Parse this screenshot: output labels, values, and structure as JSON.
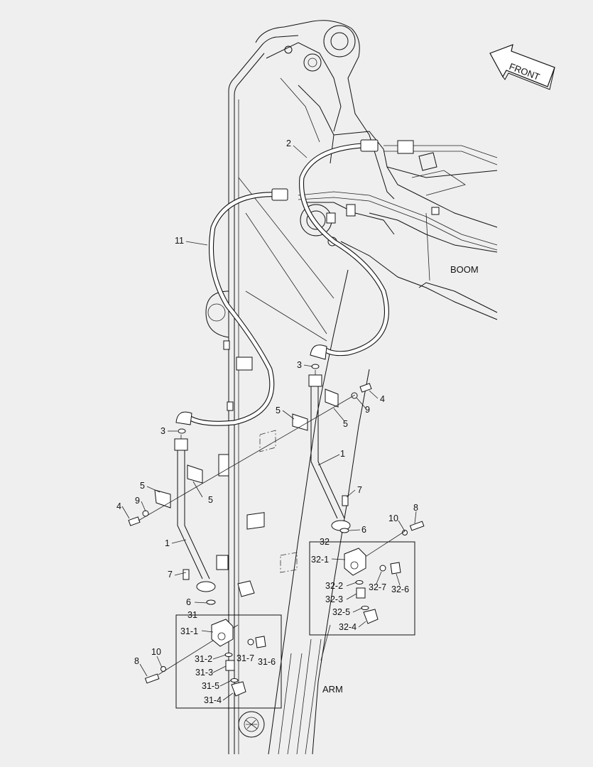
{
  "orientation": {
    "front_label": "FRONT"
  },
  "areas": {
    "boom": "BOOM",
    "arm": "ARM"
  },
  "callouts": {
    "c2": "2",
    "c11": "11",
    "c3a": "3",
    "c3b": "3",
    "c4a": "4",
    "c4b": "4",
    "c5a": "5",
    "c5b": "5",
    "c5c": "5",
    "c5d": "5",
    "c9a": "9",
    "c9b": "9",
    "c1a": "1",
    "c1b": "1",
    "c7a": "7",
    "c7b": "7",
    "c6a": "6",
    "c6b": "6",
    "c8a": "8",
    "c8b": "8",
    "c10a": "10",
    "c10b": "10",
    "c31": "31",
    "c31_1": "31-1",
    "c31_2": "31-2",
    "c31_3": "31-3",
    "c31_4": "31-4",
    "c31_5": "31-5",
    "c31_6": "31-6",
    "c31_7": "31-7",
    "c32": "32",
    "c32_1": "32-1",
    "c32_2": "32-2",
    "c32_3": "32-3",
    "c32_4": "32-4",
    "c32_5": "32-5",
    "c32_6": "32-6",
    "c32_7": "32-7"
  }
}
